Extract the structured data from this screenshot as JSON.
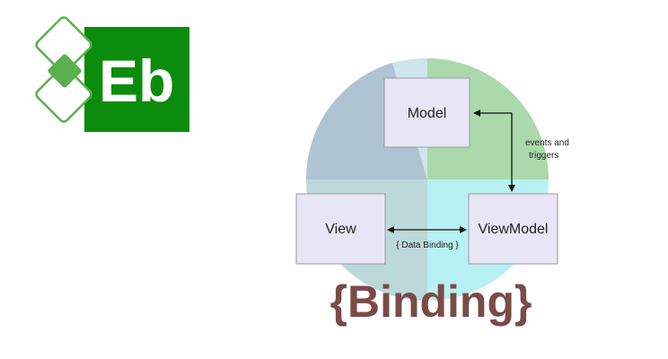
{
  "logo": {
    "text": "Eb",
    "colors": {
      "green": "#0c8c0c",
      "light_green": "#5ab04b"
    }
  },
  "diagram": {
    "nodes": {
      "model": "Model",
      "view": "View",
      "viewmodel": "ViewModel"
    },
    "edges": {
      "events_line1": "events and",
      "events_line2": "triggers",
      "data_binding": "{ Data Binding }"
    },
    "colors": {
      "box_fill": "#e8e6f6",
      "box_stroke": "#9a9aa8",
      "arrow": "#111111",
      "pie_blue": "#aec4d2",
      "pie_green": "#abd9ab",
      "pie_cyan": "#b8f1f3",
      "pie_gray": "#bcd8da",
      "pie_top": "#cde5eb"
    }
  },
  "title": {
    "text": "{Binding}",
    "color": "#7a4b47"
  }
}
